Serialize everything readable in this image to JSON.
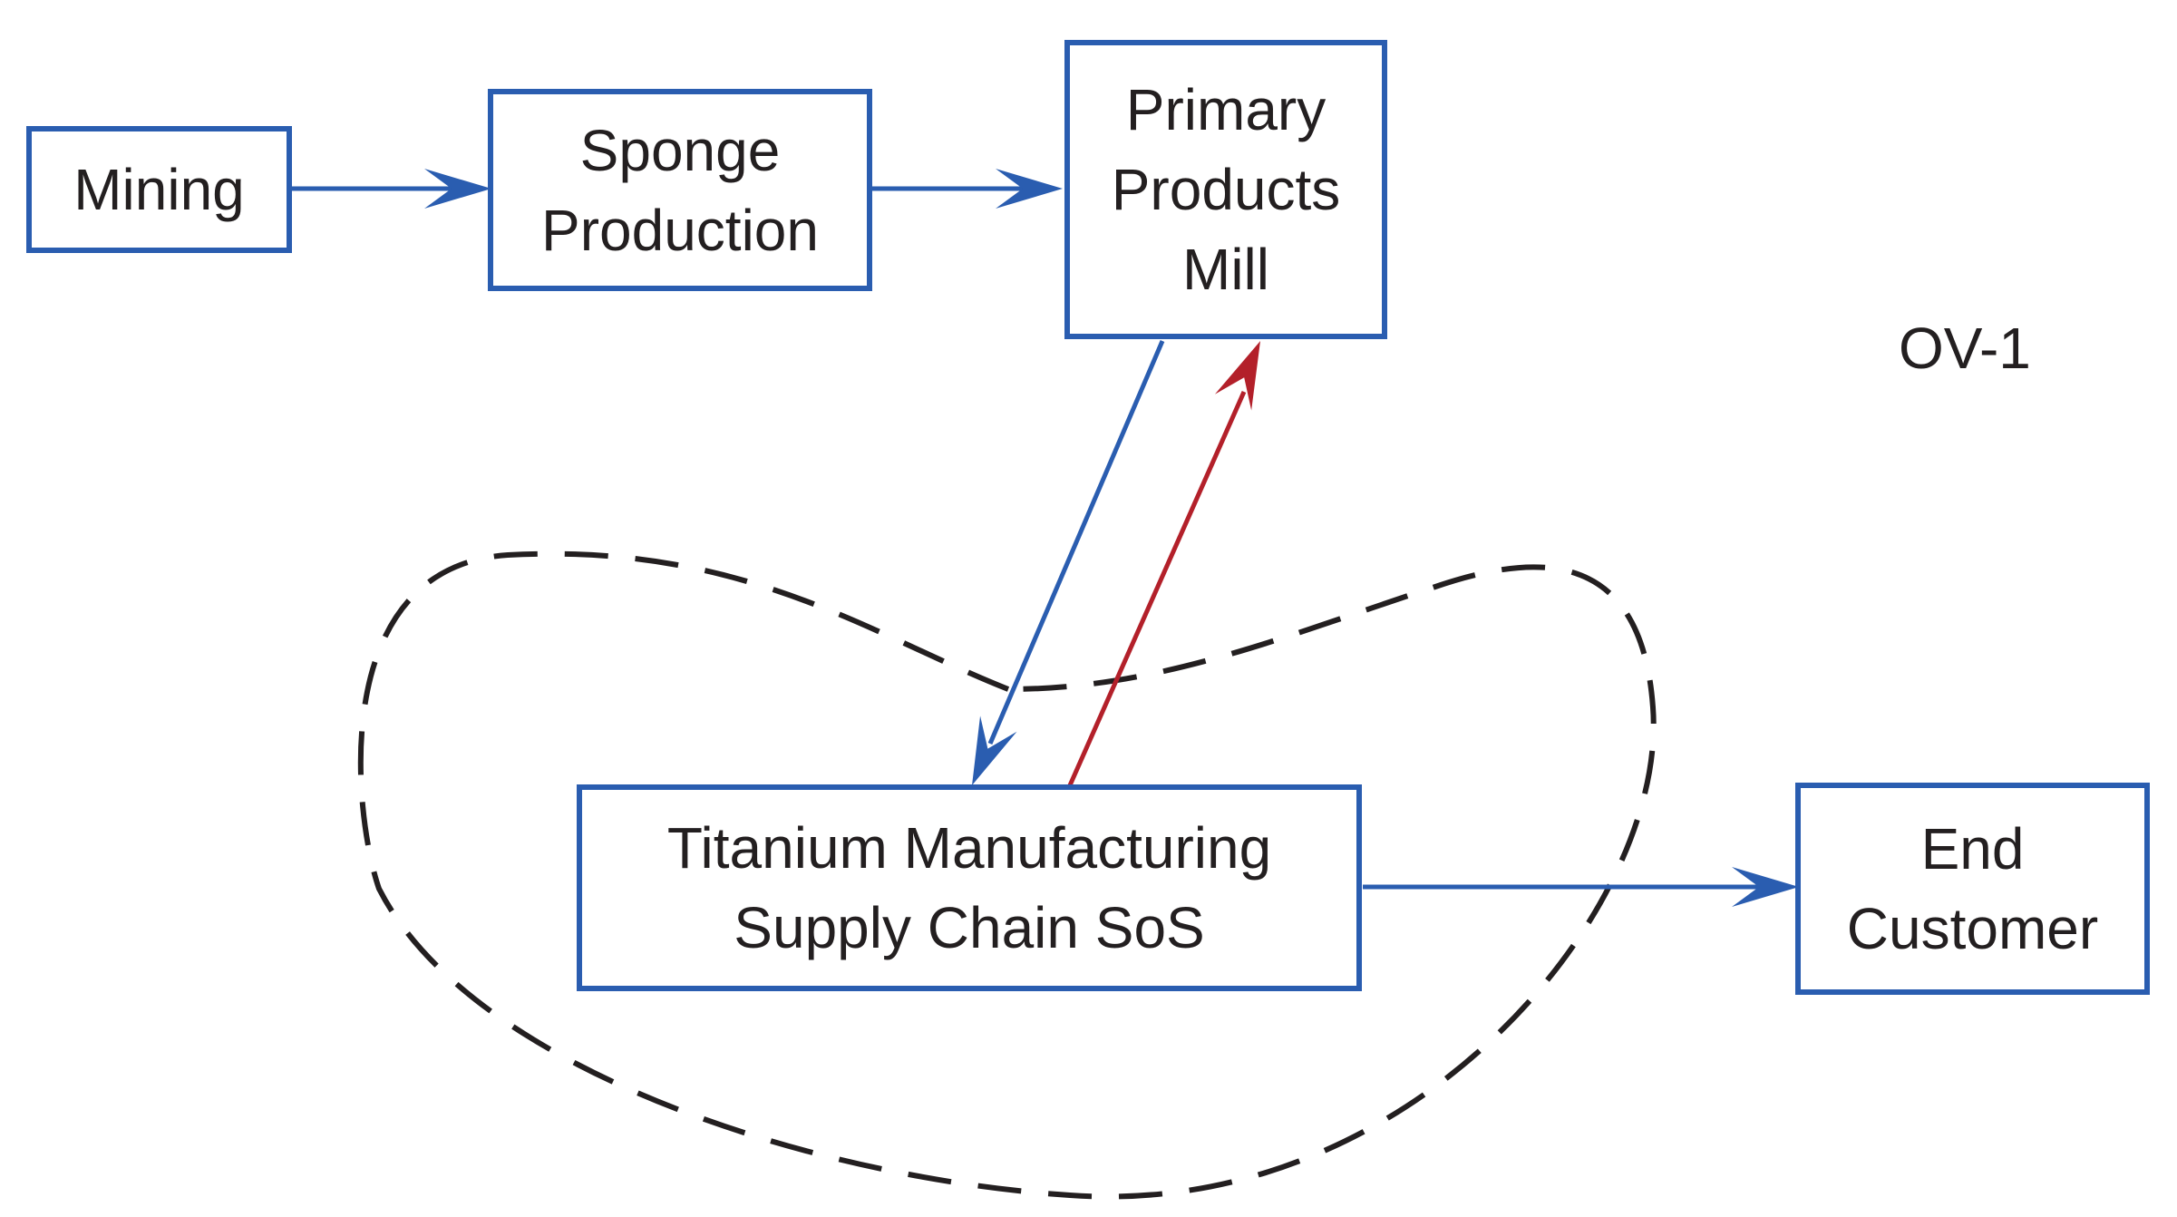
{
  "diagram": {
    "label": "OV-1",
    "colors": {
      "box_border": "#2a5db0",
      "flow": "#2a5db0",
      "feedback": "#b3202a",
      "boundary": "#231f20",
      "text": "#231f20"
    },
    "nodes": {
      "mining": {
        "lines": [
          "Mining"
        ]
      },
      "sponge": {
        "lines": [
          "Sponge",
          "Production"
        ]
      },
      "mill": {
        "lines": [
          "Primary",
          "Products",
          "Mill"
        ]
      },
      "sos": {
        "lines": [
          "Titanium Manufacturing",
          "Supply Chain SoS"
        ]
      },
      "customer": {
        "lines": [
          "End",
          "Customer"
        ]
      }
    },
    "edges": [
      {
        "from": "mining",
        "to": "sponge",
        "kind": "flow"
      },
      {
        "from": "sponge",
        "to": "mill",
        "kind": "flow"
      },
      {
        "from": "mill",
        "to": "sos",
        "kind": "flow"
      },
      {
        "from": "sos",
        "to": "mill",
        "kind": "feedback"
      },
      {
        "from": "sos",
        "to": "customer",
        "kind": "flow"
      }
    ],
    "boundary": {
      "style": "dashed",
      "encloses": "sos"
    }
  }
}
